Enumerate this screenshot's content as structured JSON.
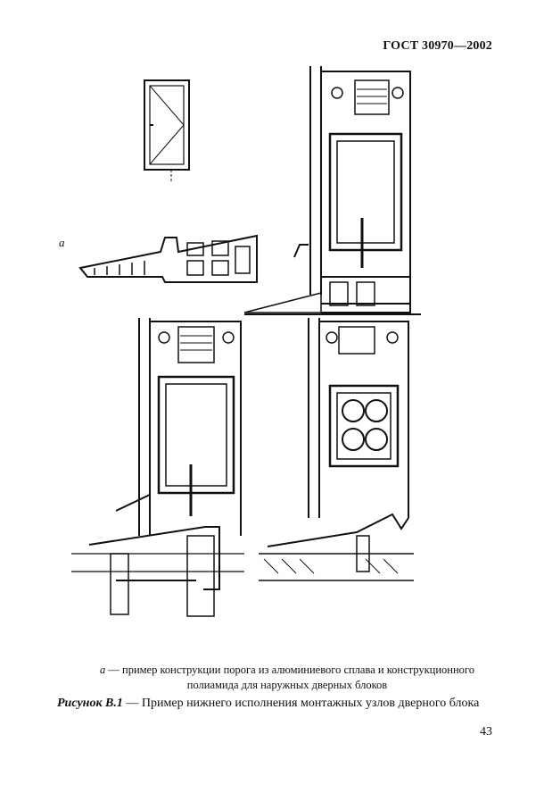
{
  "header": {
    "standard": "ГОСТ 30970—2002"
  },
  "figure": {
    "label_a": "а",
    "note_prefix": "а",
    "note_text": " — пример конструкции порога из алюминиевого сплава и конструкционного полиамида для наружных дверных блоков",
    "title_ref": "Рисунок В.1",
    "title_text": " — Пример нижнего исполнения монтажных узлов дверного блока"
  },
  "page": {
    "number": "43"
  }
}
